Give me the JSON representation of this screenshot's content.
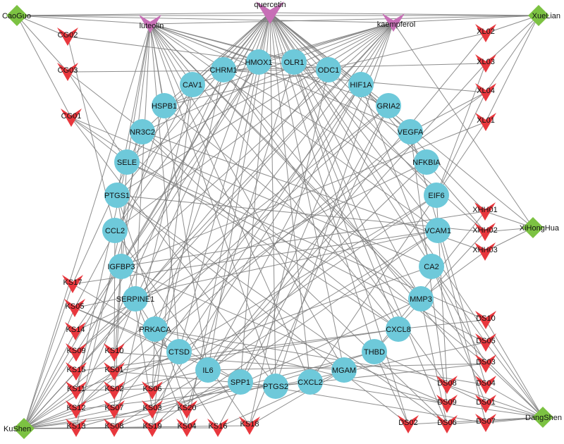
{
  "colors": {
    "background": "#ffffff",
    "edge": "#7a7a7a",
    "herb": "#7cc242",
    "compound": "#c76fb6",
    "ingredient": "#e8373d",
    "target": "#6ec9da"
  },
  "node_types": {
    "herb": "green-diamond",
    "compound": "purple-arrowhead",
    "ingredient": "red-arrowhead",
    "target": "cyan-circle"
  },
  "herbs": [
    {
      "id": "CaoGuo",
      "label": "CaoGuo"
    },
    {
      "id": "XueLian",
      "label": "XueLian"
    },
    {
      "id": "XiHongHua",
      "label": "XiHongHua"
    },
    {
      "id": "KuShen",
      "label": "KuShen"
    },
    {
      "id": "DangShen",
      "label": "DangShen"
    }
  ],
  "compounds": [
    {
      "id": "quercetin",
      "label": "quercetin"
    },
    {
      "id": "luteolin",
      "label": "luteolin"
    },
    {
      "id": "kaempferol",
      "label": "kaempferol"
    }
  ],
  "targets": [
    {
      "id": "HMOX1",
      "label": "HMOX1"
    },
    {
      "id": "OLR1",
      "label": "OLR1"
    },
    {
      "id": "CHRM1",
      "label": "CHRM1"
    },
    {
      "id": "ODC1",
      "label": "ODC1"
    },
    {
      "id": "CAV1",
      "label": "CAV1"
    },
    {
      "id": "HIF1A",
      "label": "HIF1A"
    },
    {
      "id": "HSPB1",
      "label": "HSPB1"
    },
    {
      "id": "GRIA2",
      "label": "GRIA2"
    },
    {
      "id": "NR3C2",
      "label": "NR3C2"
    },
    {
      "id": "VEGFA",
      "label": "VEGFA"
    },
    {
      "id": "SELE",
      "label": "SELE"
    },
    {
      "id": "NFKBIA",
      "label": "NFKBIA"
    },
    {
      "id": "PTGS1",
      "label": "PTGS1"
    },
    {
      "id": "EIF6",
      "label": "EIF6"
    },
    {
      "id": "CCL2",
      "label": "CCL2"
    },
    {
      "id": "VCAM1",
      "label": "VCAM1"
    },
    {
      "id": "IGFBP3",
      "label": "IGFBP3"
    },
    {
      "id": "CA2",
      "label": "CA2"
    },
    {
      "id": "SERPINE1",
      "label": "SERPINE1"
    },
    {
      "id": "MMP3",
      "label": "MMP3"
    },
    {
      "id": "PRKACA",
      "label": "PRKACA"
    },
    {
      "id": "CXCL8",
      "label": "CXCL8"
    },
    {
      "id": "CTSD",
      "label": "CTSD"
    },
    {
      "id": "THBD",
      "label": "THBD"
    },
    {
      "id": "IL6",
      "label": "IL6"
    },
    {
      "id": "MGAM",
      "label": "MGAM"
    },
    {
      "id": "SPP1",
      "label": "SPP1"
    },
    {
      "id": "CXCL2",
      "label": "CXCL2"
    },
    {
      "id": "PTGS2",
      "label": "PTGS2"
    }
  ],
  "ingredients": [
    {
      "id": "CG02",
      "label": "CG02",
      "herb": "CaoGuo"
    },
    {
      "id": "CG03",
      "label": "CG03",
      "herb": "CaoGuo"
    },
    {
      "id": "CG01",
      "label": "CG01",
      "herb": "CaoGuo"
    },
    {
      "id": "XL02",
      "label": "XL02",
      "herb": "XueLian"
    },
    {
      "id": "XL03",
      "label": "XL03",
      "herb": "XueLian"
    },
    {
      "id": "XL04",
      "label": "XL04",
      "herb": "XueLian"
    },
    {
      "id": "XL01",
      "label": "XL01",
      "herb": "XueLian"
    },
    {
      "id": "XHH01",
      "label": "XHH01",
      "herb": "XiHongHua"
    },
    {
      "id": "XHH02",
      "label": "XHH02",
      "herb": "XiHongHua"
    },
    {
      "id": "XHH03",
      "label": "XHH03",
      "herb": "XiHongHua"
    },
    {
      "id": "KS17",
      "label": "KS17",
      "herb": "KuShen"
    },
    {
      "id": "KS05",
      "label": "KS05",
      "herb": "KuShen"
    },
    {
      "id": "KS14",
      "label": "KS14",
      "herb": "KuShen"
    },
    {
      "id": "KS09",
      "label": "KS09",
      "herb": "KuShen"
    },
    {
      "id": "KS10",
      "label": "KS10",
      "herb": "KuShen"
    },
    {
      "id": "KS15",
      "label": "KS15",
      "herb": "KuShen"
    },
    {
      "id": "KS01",
      "label": "KS01",
      "herb": "KuShen"
    },
    {
      "id": "KS11",
      "label": "KS11",
      "herb": "KuShen"
    },
    {
      "id": "KS02",
      "label": "KS02",
      "herb": "KuShen"
    },
    {
      "id": "KS06",
      "label": "KS06",
      "herb": "KuShen"
    },
    {
      "id": "KS12",
      "label": "KS12",
      "herb": "KuShen"
    },
    {
      "id": "KS07",
      "label": "KS07",
      "herb": "KuShen"
    },
    {
      "id": "KS03",
      "label": "KS03",
      "herb": "KuShen"
    },
    {
      "id": "KS20",
      "label": "KS20",
      "herb": "KuShen"
    },
    {
      "id": "KS13",
      "label": "KS13",
      "herb": "KuShen"
    },
    {
      "id": "KS08",
      "label": "KS08",
      "herb": "KuShen"
    },
    {
      "id": "KS19",
      "label": "KS19",
      "herb": "KuShen"
    },
    {
      "id": "KS04",
      "label": "KS04",
      "herb": "KuShen"
    },
    {
      "id": "KS16",
      "label": "KS16",
      "herb": "KuShen"
    },
    {
      "id": "KS18",
      "label": "KS18",
      "herb": "KuShen"
    },
    {
      "id": "DS10",
      "label": "DS10",
      "herb": "DangShen"
    },
    {
      "id": "DS05",
      "label": "DS05",
      "herb": "DangShen"
    },
    {
      "id": "DS03",
      "label": "DS03",
      "herb": "DangShen"
    },
    {
      "id": "DS08",
      "label": "DS08",
      "herb": "DangShen"
    },
    {
      "id": "DS04",
      "label": "DS04",
      "herb": "DangShen"
    },
    {
      "id": "DS09",
      "label": "DS09",
      "herb": "DangShen"
    },
    {
      "id": "DS01",
      "label": "DS01",
      "herb": "DangShen"
    },
    {
      "id": "DS02",
      "label": "DS02",
      "herb": "DangShen"
    },
    {
      "id": "DS06",
      "label": "DS06",
      "herb": "DangShen"
    },
    {
      "id": "DS07",
      "label": "DS07",
      "herb": "DangShen"
    }
  ]
}
